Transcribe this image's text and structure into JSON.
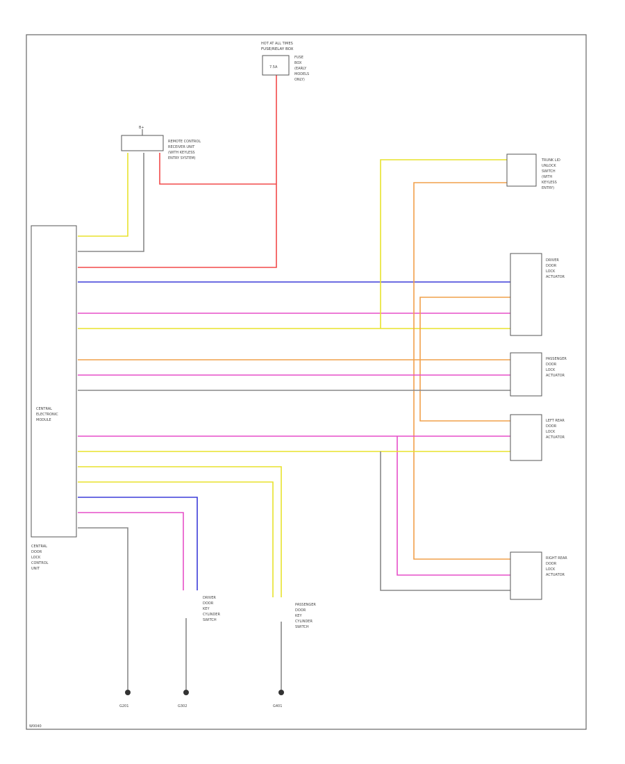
{
  "colors": {
    "red": "#f24a4a",
    "yellow": "#e8e22c",
    "gray": "#888888",
    "blue": "#3b3bd9",
    "pink": "#e64fc8",
    "orange": "#f1a04a",
    "dark": "#333333"
  },
  "labels": {
    "hot_at_all_times": "HOT AT ALL TIMES",
    "fuse_box_title": "FUSE/RELAY BOX",
    "fuse_lines": [
      "FUSE",
      "BOX",
      "(EARLY",
      "MODELS",
      "ONLY)"
    ],
    "fuse_terminal": "7.5A",
    "remote_unit_lines": [
      "REMOTE CONTROL",
      "RECEIVER UNIT",
      "(WITH KEYLESS",
      "ENTRY SYSTEM)"
    ],
    "remote_top_label": "B+",
    "central_ecu_lines": [
      "CENTRAL",
      "ELECTRONIC",
      "MODULE"
    ],
    "central_ecu_bottom": [
      "CENTRAL",
      "DOOR",
      "LOCK",
      "CONTROL",
      "UNIT"
    ],
    "trunk_switch_lines": [
      "TRUNK LID",
      "UNLOCK",
      "SWITCH",
      "(WITH",
      "KEYLESS",
      "ENTRY)"
    ],
    "dr_door_lines": [
      "DRIVER",
      "DOOR",
      "LOCK",
      "ACTUATOR"
    ],
    "pass_door_lines": [
      "PASSENGER",
      "DOOR",
      "LOCK",
      "ACTUATOR"
    ],
    "lr_door_lines": [
      "LEFT REAR",
      "DOOR",
      "LOCK",
      "ACTUATOR"
    ],
    "rr_door_lines": [
      "RIGHT REAR",
      "DOOR",
      "LOCK",
      "ACTUATOR"
    ],
    "key_cyl_left_lines": [
      "DRIVER",
      "DOOR",
      "KEY",
      "CYLINDER",
      "SWITCH"
    ],
    "key_cyl_right_lines": [
      "PASSENGER",
      "DOOR",
      "KEY",
      "CYLINDER",
      "SWITCH"
    ],
    "ground_labels": [
      "G201",
      "G302",
      "G401"
    ],
    "footer_code": "W0040"
  }
}
